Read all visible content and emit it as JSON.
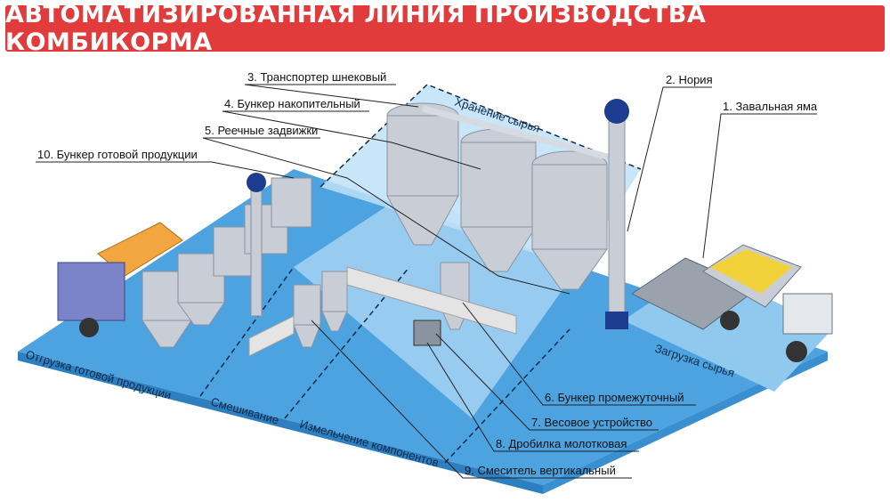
{
  "title": "АВТОМАТИЗИРОВАННАЯ ЛИНИЯ ПРОИЗВОДСТВА КОМБИКОРМА",
  "colors": {
    "banner": "#e23b3b",
    "floor": "#4da3e0",
    "floor_light": "#bfe1f7",
    "silo": "#c9ced6",
    "steel": "#1c3d8f",
    "grain": "#f2a640",
    "truck_cab": "#7b83c9"
  },
  "callouts": [
    {
      "id": "1",
      "label": "1. Завальная яма"
    },
    {
      "id": "2",
      "label": "2. Нория"
    },
    {
      "id": "3",
      "label": "3. Транспортер шнековый"
    },
    {
      "id": "4",
      "label": "4. Бункер накопительный"
    },
    {
      "id": "5",
      "label": "5. Реечные задвижки"
    },
    {
      "id": "6",
      "label": "6. Бункер промежуточный"
    },
    {
      "id": "7",
      "label": "7. Весовое устройство"
    },
    {
      "id": "8",
      "label": "8. Дробилка молотковая"
    },
    {
      "id": "9",
      "label": "9. Смеситель вертикальный"
    },
    {
      "id": "10",
      "label": "10. Бункер готовой продукции"
    }
  ],
  "zones": {
    "storage": "Хранение сырья",
    "loading": "Загрузка сырья",
    "shipping": "Отгрузка готовой продукции",
    "mixing": "Смешивание",
    "grinding": "Измельчение компонентов"
  }
}
